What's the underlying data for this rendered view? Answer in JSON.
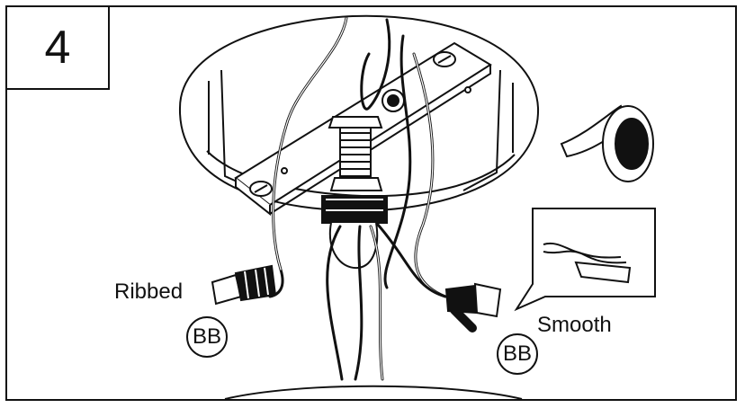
{
  "step": {
    "number": "4"
  },
  "labels": {
    "ribbed": "Ribbed",
    "smooth": "Smooth"
  },
  "callouts": {
    "left": "BB",
    "right": "BB"
  },
  "icons": [
    "electrical-tape-icon",
    "twisted-wire-inset-icon",
    "wire-connector-icon"
  ]
}
